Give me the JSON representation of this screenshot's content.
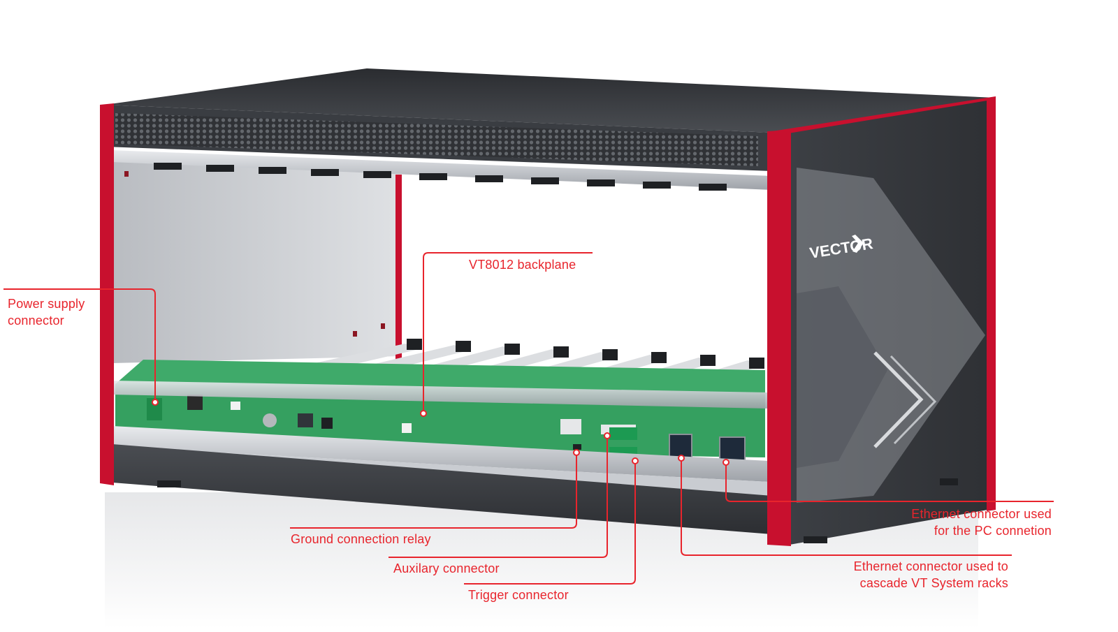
{
  "brand": {
    "logo_text": "VECTOR",
    "accent": "#e8242c",
    "chassis_red": "#c8102e",
    "chassis_dark": "#3a3d42",
    "pcb_green": "#3faa6a"
  },
  "callouts": {
    "power_supply": [
      "Power supply",
      "connector"
    ],
    "backplane": "VT8012 backplane",
    "ground_relay": "Ground connection relay",
    "auxiliary": "Auxilary connector",
    "trigger": "Trigger connector",
    "ethernet_pc": [
      "Ethernet connector used",
      "for the PC connetion"
    ],
    "ethernet_cascade": [
      "Ethernet connector used to",
      "cascade VT System racks"
    ]
  }
}
